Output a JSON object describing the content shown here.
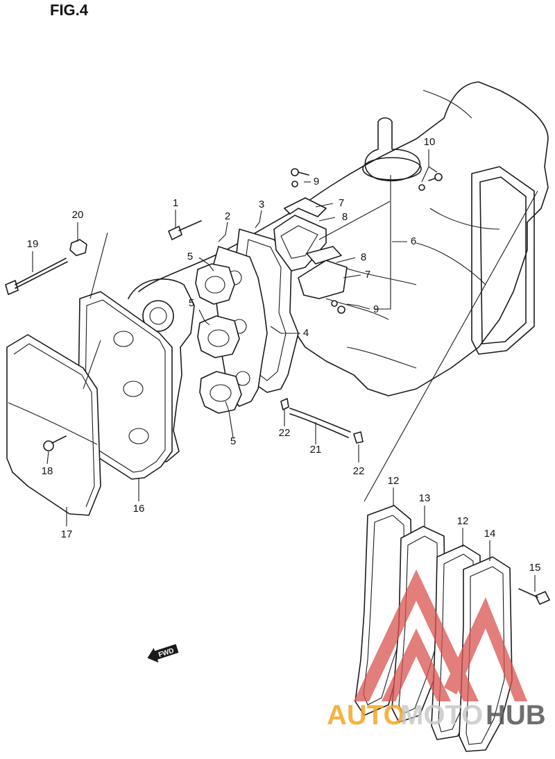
{
  "figure_title": "FIG.4",
  "fwd_label": "FWD",
  "watermark": {
    "part1": "AUTO",
    "part2": "MOTO",
    "part3": "HUB",
    "color_primary": "#f5a623",
    "color_secondary": "#c8c8c8",
    "logo_color": "#d9534f"
  },
  "callouts": [
    "1",
    "2",
    "3",
    "4",
    "5",
    "5",
    "5",
    "6",
    "7",
    "7",
    "8",
    "8",
    "9",
    "9",
    "10",
    "12",
    "12",
    "13",
    "14",
    "15",
    "16",
    "17",
    "18",
    "19",
    "20",
    "21",
    "22",
    "22"
  ]
}
